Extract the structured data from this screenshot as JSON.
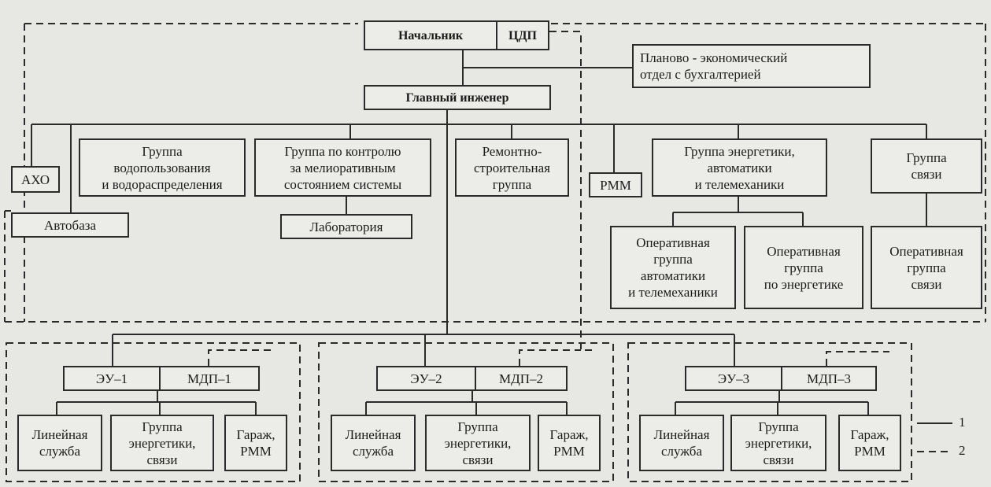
{
  "top": {
    "chief": "Начальник",
    "cdp": "ЦДП",
    "planning_dept": "Планово - экономический\nотдел  с  бухгалтерией",
    "chief_engineer": "Главный инженер"
  },
  "units": {
    "aho": "АХО",
    "water_group": "Группа\nводопользования\nи водораспределения",
    "autobase": "Автобаза",
    "reclamation_group": "Группа по контролю\nза мелиоративным\nсостоянием системы",
    "laboratory": "Лаборатория",
    "repair_group": "Ремонтно-\nстроительная\nгруппа",
    "rmm": "РММ",
    "energy_group": "Группа энергетики,\nавтоматики\nи телемеханики",
    "comm_group": "Группа\nсвязи",
    "op_automation": "Оперативная\nгруппа\nавтоматики\nи телемеханики",
    "op_energy": "Оперативная\nгруппа\nпо энергетике",
    "op_comm": "Оперативная\nгруппа\nсвязи"
  },
  "sections": [
    {
      "eu": "ЭУ–1",
      "mdp": "МДП–1",
      "line_service": "Линейная\nслужба",
      "energy_comm": "Группа\nэнергетики,\nсвязи",
      "garage": "Гараж,\nРММ"
    },
    {
      "eu": "ЭУ–2",
      "mdp": "МДП–2",
      "line_service": "Линейная\nслужба",
      "energy_comm": "Группа\nэнергетики,\nсвязи",
      "garage": "Гараж,\nРММ"
    },
    {
      "eu": "ЭУ–3",
      "mdp": "МДП–3",
      "line_service": "Линейная\nслужба",
      "energy_comm": "Группа\nэнергетики,\nсвязи",
      "garage": "Гараж,\nРММ"
    }
  ],
  "legend": {
    "solid": "1",
    "dashed": "2"
  }
}
